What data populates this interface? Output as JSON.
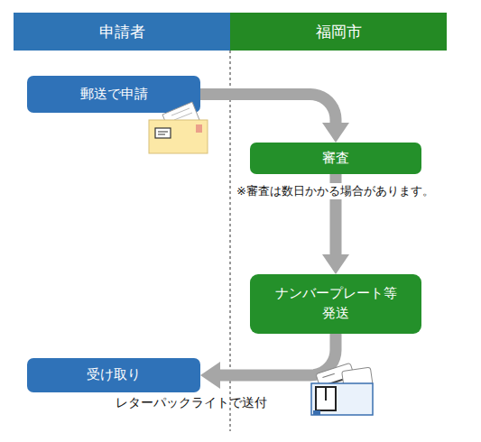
{
  "diagram": {
    "nodes": [
      {
        "text": [
          "申請者"
        ]
      },
      {
        "text": [
          "福岡市"
        ]
      },
      {
        "text": [
          "郵送で申請"
        ]
      },
      {
        "text": [
          "審査"
        ]
      },
      {
        "text": [
          "ナンバープレート等 発送"
        ]
      },
      {
        "text": [
          "受け取り"
        ]
      }
    ],
    "edges": [
      {
        "from": 2,
        "to": 3,
        "arrow": "to"
      },
      {
        "from": 3,
        "to": 4,
        "arrow": "to"
      },
      {
        "from": 4,
        "to": 5,
        "arrow": "to",
        "label": "レターパックライトで送付"
      }
    ],
    "labels": [
      "※審査は数日かかる場合があります。"
    ]
  }
}
